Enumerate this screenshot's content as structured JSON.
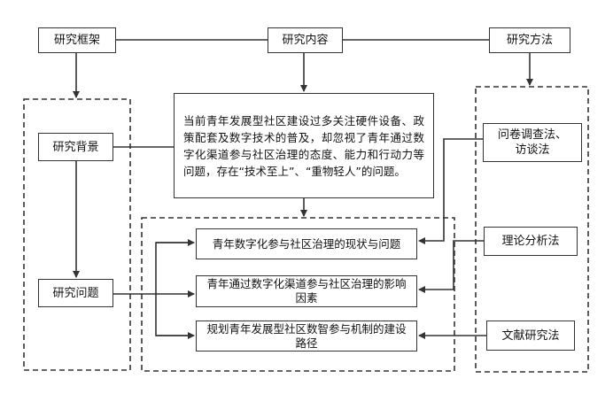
{
  "top": {
    "framework": "研究框架",
    "content": "研究内容",
    "method": "研究方法"
  },
  "framework": {
    "background": "研究背景",
    "problem": "研究问题"
  },
  "content_box": {
    "text": "当前青年发展型社区建设过多关注硬件设备、政策配套及数字技术的普及，却忽视了青年通过数字化渠道参与社区治理的态度、能力和行动力等问题，存在“技术至上”、“重物轻人”的问题。"
  },
  "content_items": [
    "青年数字化参与社区治理的现状与问题",
    "青年通过数字化渠道参与社区治理的影响因素",
    "规划青年发展型社区数智参与机制的建设路径"
  ],
  "methods": [
    "问卷调查法、访谈法",
    "理论分析法",
    "文献研究法"
  ],
  "colors": {
    "line": "#333333",
    "background": "#ffffff"
  }
}
